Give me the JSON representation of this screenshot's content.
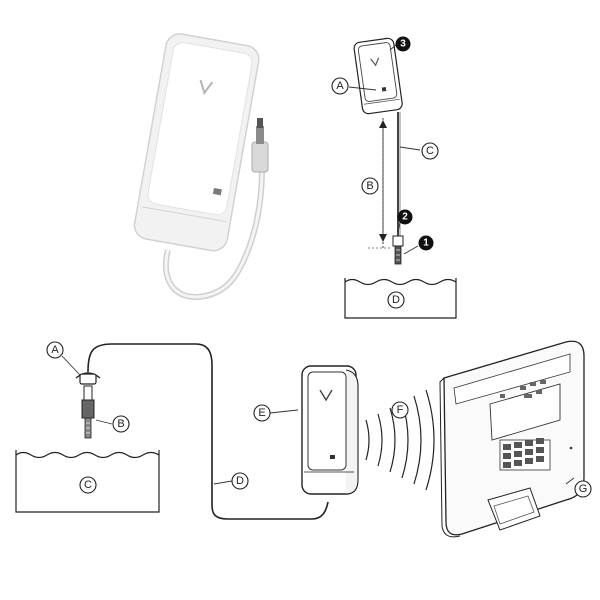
{
  "top_callouts": [
    {
      "id": "A",
      "text": "A"
    },
    {
      "id": "B",
      "text": "B"
    },
    {
      "id": "C",
      "text": "C"
    },
    {
      "id": "D",
      "text": "D"
    }
  ],
  "top_steps": [
    {
      "id": "1",
      "text": "1"
    },
    {
      "id": "2",
      "text": "2"
    },
    {
      "id": "3",
      "text": "3"
    }
  ],
  "bottom_callouts": [
    {
      "id": "A",
      "text": "A"
    },
    {
      "id": "B",
      "text": "B"
    },
    {
      "id": "C",
      "text": "C"
    },
    {
      "id": "D",
      "text": "D"
    },
    {
      "id": "E",
      "text": "E"
    },
    {
      "id": "F",
      "text": "F"
    },
    {
      "id": "G",
      "text": "G"
    }
  ],
  "icons": {
    "detector_photo": "flood-detector-icon",
    "probe_plug": "probe-plug-icon",
    "panel": "control-panel-icon",
    "signal": "wireless-signal-icon"
  }
}
